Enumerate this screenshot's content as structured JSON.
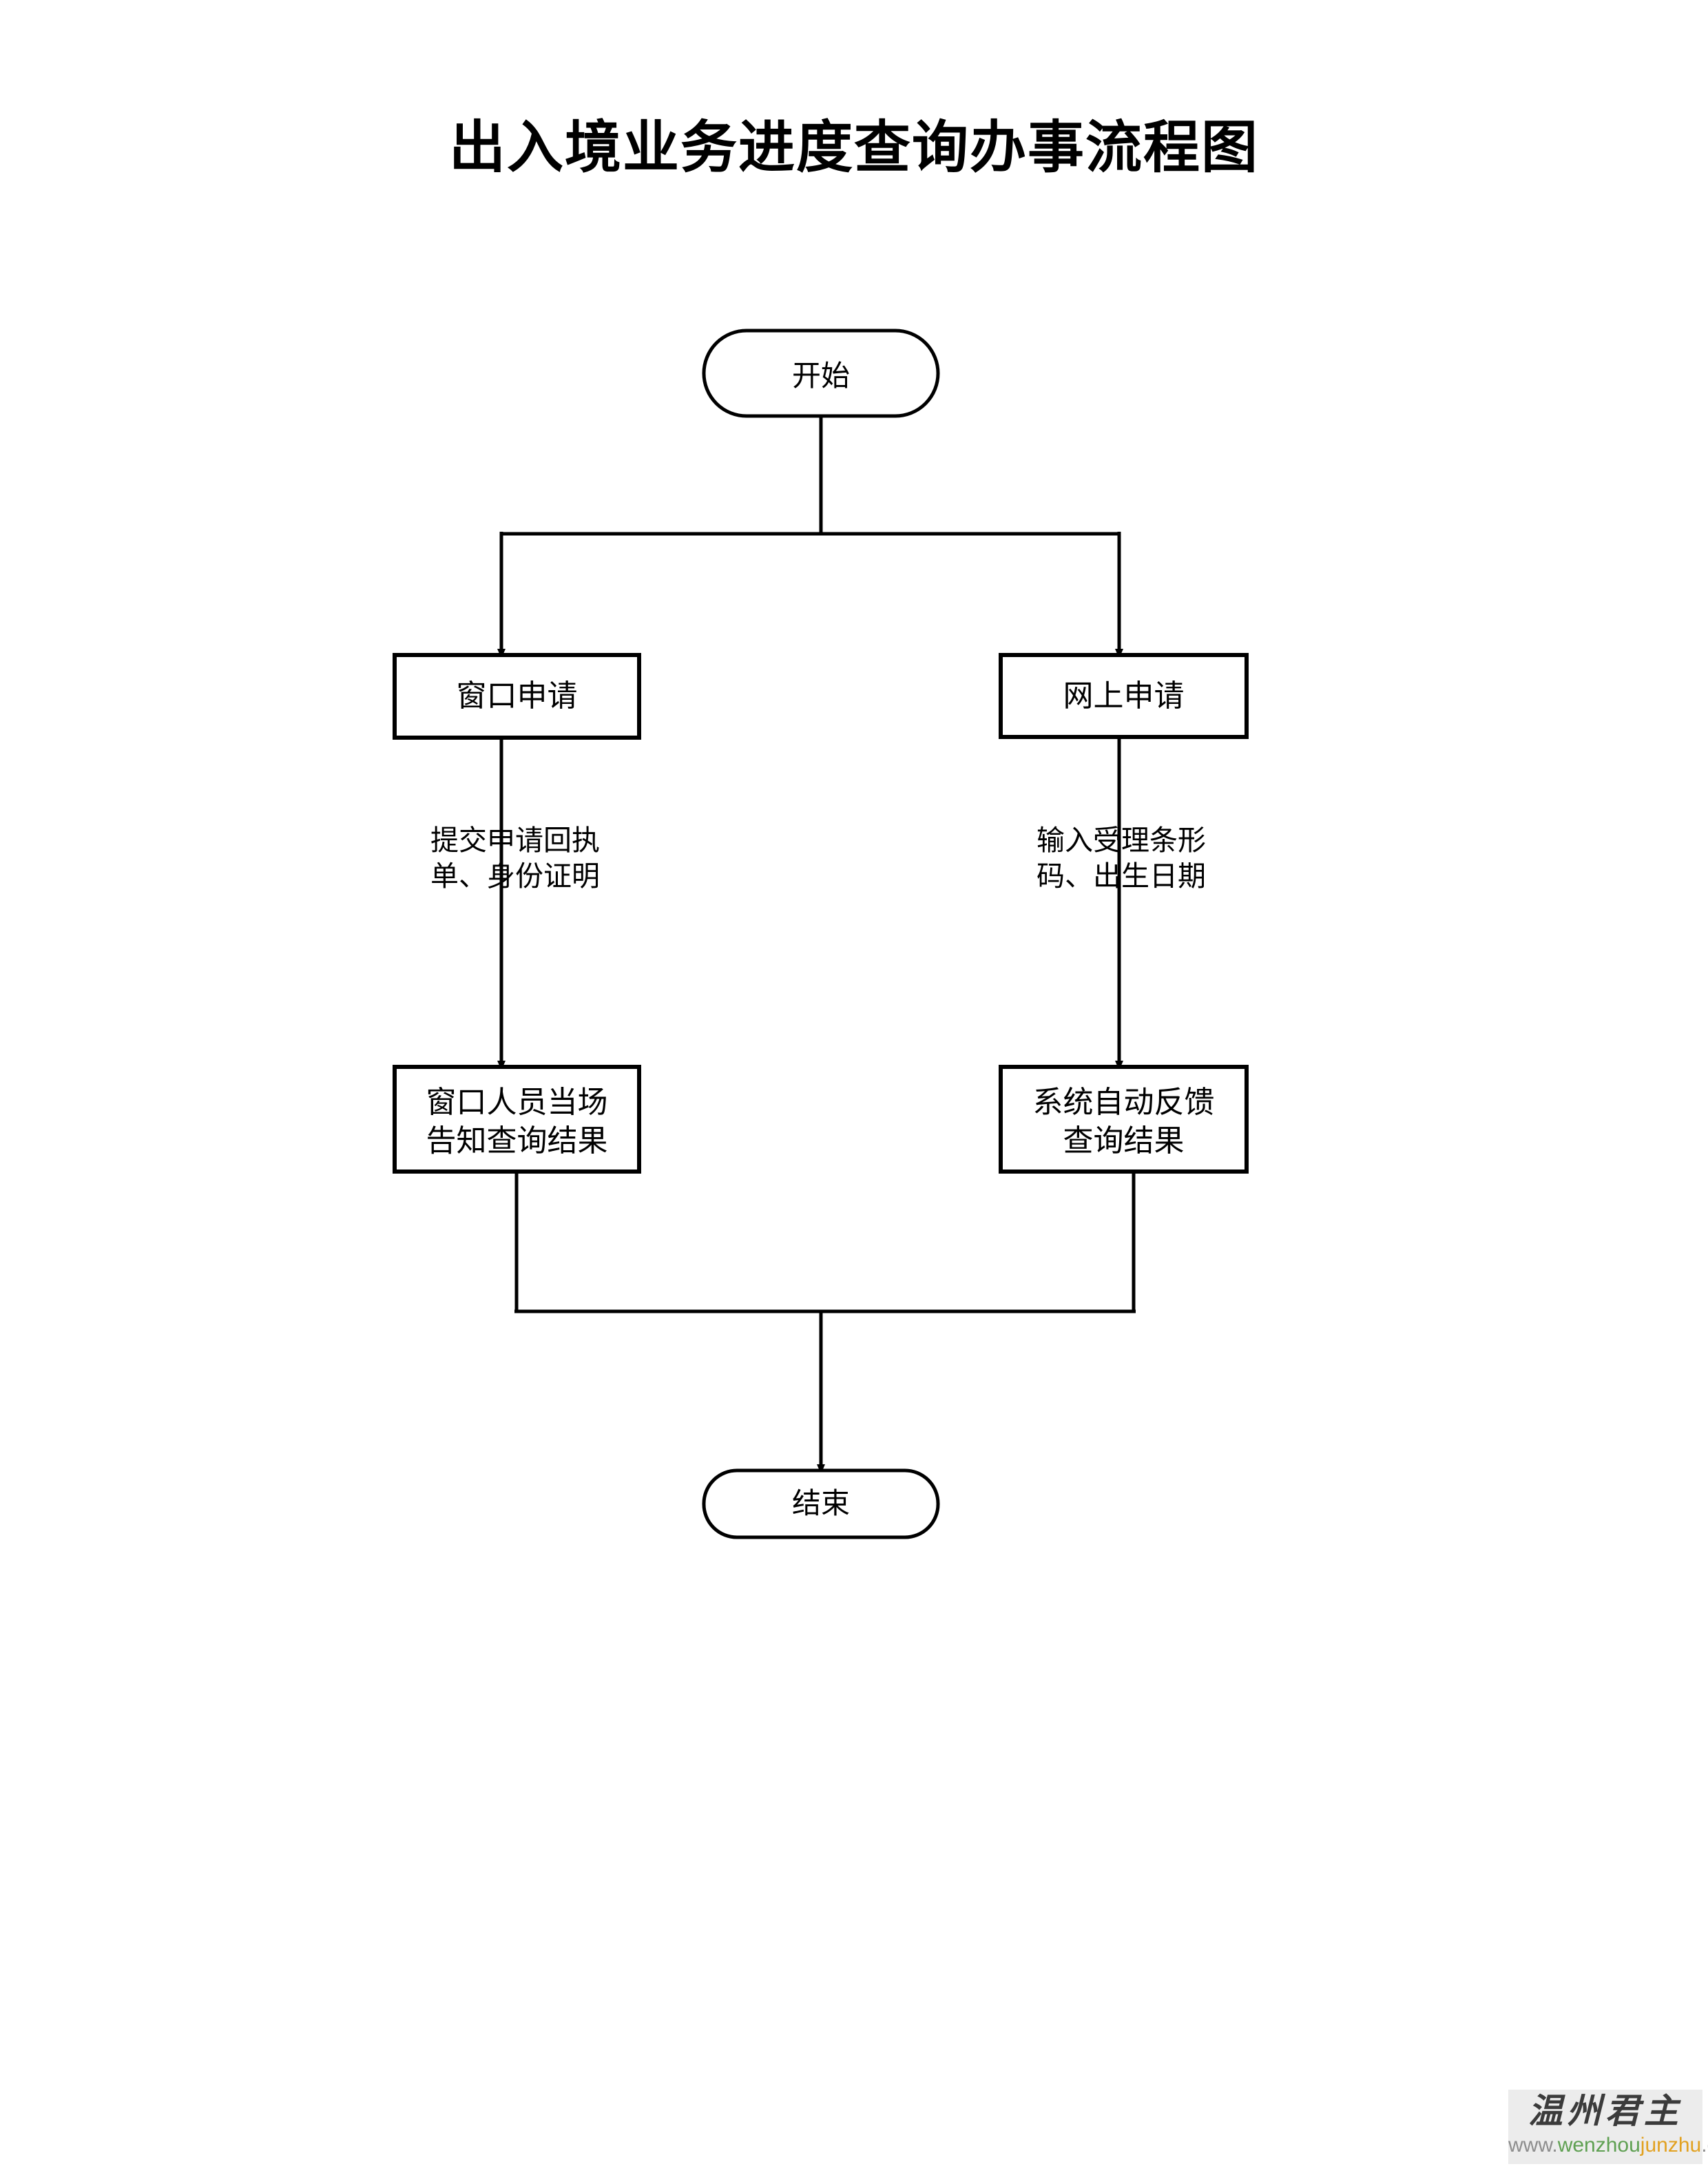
{
  "document": {
    "title": "出入境业务进度查询办事流程图"
  },
  "diagram": {
    "type": "flowchart",
    "orientation": "top-down",
    "nodes": [
      {
        "id": "start",
        "shape": "terminal",
        "label": "开始"
      },
      {
        "id": "window-apply",
        "shape": "process",
        "label": "窗口申请"
      },
      {
        "id": "online-apply",
        "shape": "process",
        "label": "网上申请"
      },
      {
        "id": "window-result",
        "shape": "process",
        "label": "窗口人员当场\n告知查询结果"
      },
      {
        "id": "system-result",
        "shape": "process",
        "label": "系统自动反馈\n查询结果"
      },
      {
        "id": "end",
        "shape": "terminal",
        "label": "结束"
      }
    ],
    "edge_labels": [
      {
        "id": "window-docs",
        "from": "window-apply",
        "to": "window-result",
        "label": "提交申请回执\n单、身份证明"
      },
      {
        "id": "online-input",
        "from": "online-apply",
        "to": "system-result",
        "label": "输入受理条形\n码、出生日期"
      }
    ],
    "colors": {
      "stroke": "#000000",
      "fill": "#ffffff",
      "text": "#000000"
    }
  },
  "watermark": {
    "brand": "温州君主",
    "url_prefix": "www.",
    "url_green": "wenzhou",
    "url_orange": "junzhu",
    "url_suffix": ".com"
  }
}
